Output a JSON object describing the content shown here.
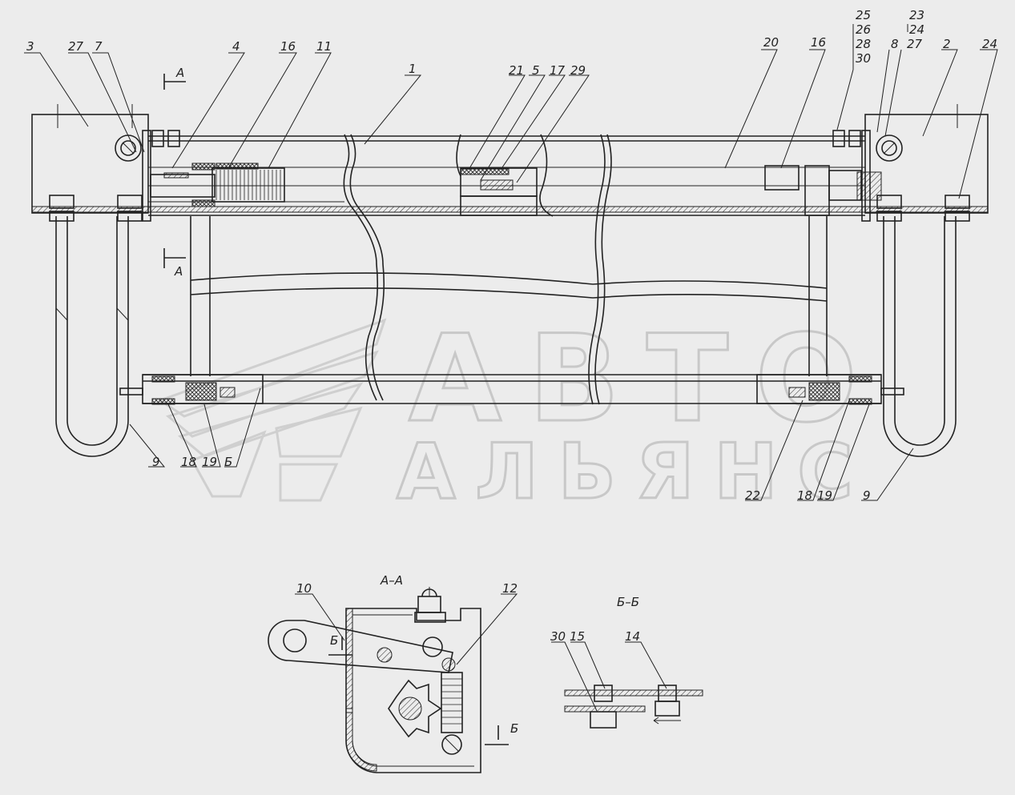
{
  "watermark": {
    "line1": "АВТО",
    "line2": "АЛЬЯНС"
  },
  "section_titles": {
    "aa": "А–А",
    "bb": "Б–Б"
  },
  "section_markers": {
    "a_top": "А",
    "a_bottom": "А",
    "b_left": "Б",
    "b_right": "Б"
  },
  "callouts": {
    "top_left": [
      "3",
      "27",
      "7",
      "4",
      "16",
      "11",
      "1",
      "21",
      "5",
      "17",
      "29",
      "20",
      "16"
    ],
    "top_right_stack": [
      "25",
      "26",
      "28",
      "30"
    ],
    "top_right_stack2": [
      "23",
      "24"
    ],
    "top_right": [
      "8",
      "27",
      "2",
      "24"
    ],
    "bottom": [
      "9",
      "18",
      "19",
      "Б",
      "22",
      "18",
      "19",
      "9"
    ],
    "section_aa": [
      "10",
      "12"
    ],
    "section_bb": [
      "30",
      "15",
      "14"
    ]
  }
}
